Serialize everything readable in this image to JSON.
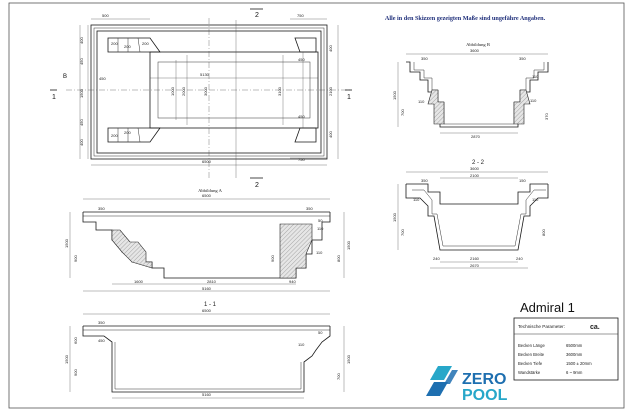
{
  "note": "Alle in den Skizzen gezeigten Maße sind ungefähre Angaben.",
  "section_markers": {
    "two": "2",
    "one": "1",
    "b": "B"
  },
  "plan": {
    "top_dims": [
      "500",
      "750"
    ],
    "left_dims": [
      "400",
      "450",
      "1500",
      "450",
      "400"
    ],
    "inner_dims": [
      "200",
      "200",
      "200",
      "200",
      "450",
      "5130",
      "200",
      "1000",
      "2000",
      "3000",
      "3100",
      "450",
      "450"
    ],
    "right_dims": [
      "400",
      "2100",
      "400"
    ],
    "bottom_dims": [
      "6500",
      "750"
    ]
  },
  "view_b": {
    "title": "Abbildung B",
    "dims": [
      "3600",
      "350",
      "110",
      "1500",
      "700",
      "110",
      "110",
      "370",
      "2870",
      "350"
    ]
  },
  "view_22": {
    "title": "2 - 2",
    "dims": [
      "3600",
      "2100",
      "350",
      "150",
      "110",
      "110",
      "1500",
      "700",
      "800",
      "240",
      "2160",
      "240",
      "2670"
    ]
  },
  "view_a": {
    "title": "Abbildung A",
    "dims": [
      "6500",
      "350",
      "350",
      "50",
      "110",
      "1500",
      "900",
      "800",
      "110",
      "1500",
      "900",
      "1600",
      "2810",
      "940",
      "5160"
    ]
  },
  "view_11": {
    "title": "1 - 1",
    "dims": [
      "6500",
      "350",
      "50",
      "110",
      "450",
      "1500",
      "600",
      "900",
      "1500",
      "700",
      "5160"
    ]
  },
  "info": {
    "model": "Admiral 1",
    "params_label": "Technische Parameter:",
    "ca": "ca.",
    "rows": [
      {
        "label": "Becken Länge",
        "value": "6500mm"
      },
      {
        "label": "Becken Breite",
        "value": "3600mm"
      },
      {
        "label": "Becken Tiefe",
        "value": "1500 ± 20mm"
      },
      {
        "label": "Wandstärke",
        "value": "6 ~ 9mm"
      }
    ]
  },
  "logo": {
    "line1": "ZERO",
    "line2": "POOL"
  },
  "colors": {
    "ink": "#1a1a1a",
    "note_blue": "#1f2f7a",
    "logo_blue": "#1e6fb0",
    "logo_teal": "#27a7c9",
    "hatch": "#9a9a9a"
  }
}
